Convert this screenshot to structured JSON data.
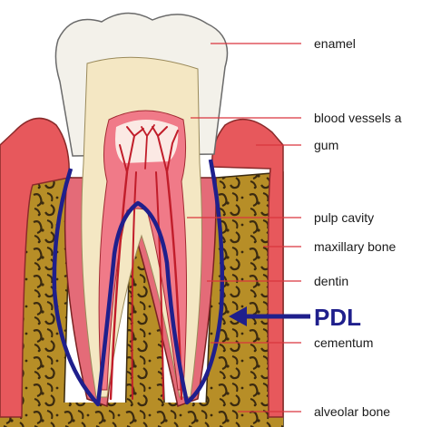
{
  "labels": {
    "enamel": "enamel",
    "blood_vessels": "blood vessels a",
    "gum": "gum",
    "pulp_cavity": "pulp cavity",
    "maxillary_bone": "maxillary bone",
    "dentin": "dentin",
    "pdl": "PDL",
    "cementum": "cementum",
    "alveolar_bone": "alveolar bone"
  },
  "colors": {
    "enamel": "#f3f1ea",
    "dentin": "#f4e7c3",
    "gum": "#e7585c",
    "bone": "#b78e27",
    "pulp": "#f07a88",
    "vessels": "#c11d2a",
    "leader_lines": "#d9353d",
    "pdl_outline": "#1f1f8c"
  }
}
